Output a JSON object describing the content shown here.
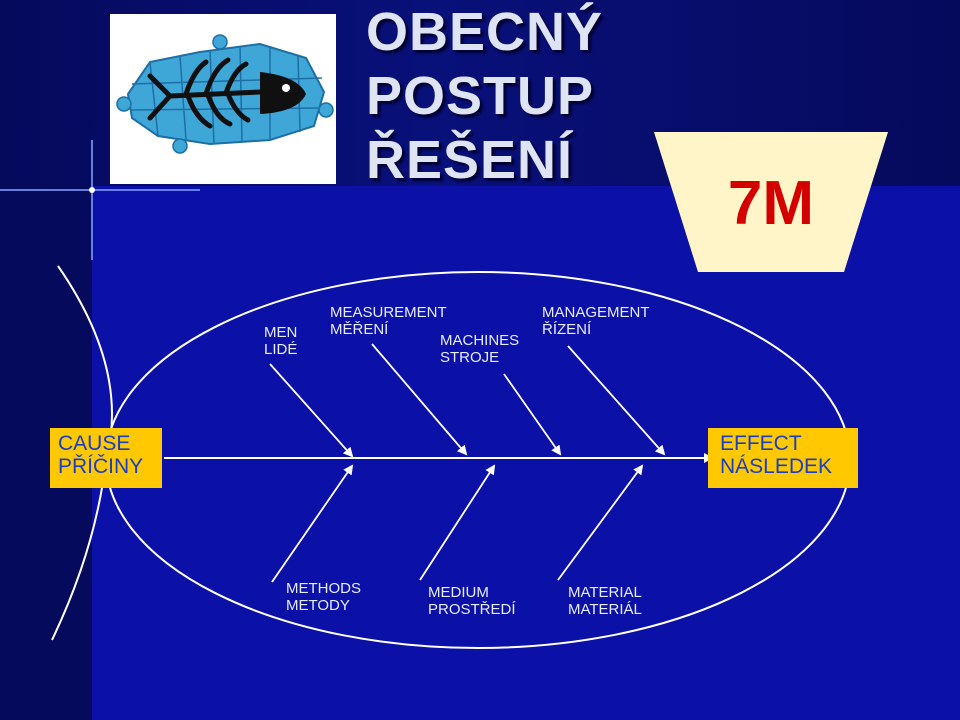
{
  "slide": {
    "title_lines": [
      "OBECNÝ",
      "POSTUP",
      "ŘEŠENÍ"
    ],
    "badge": "7M",
    "logo": {
      "name": "fishbone-puzzle-logo"
    }
  },
  "diagram": {
    "cause": {
      "line1": "CAUSE",
      "line2": "PŘÍČINY"
    },
    "effect": {
      "line1": "EFFECT",
      "line2": "NÁSLEDEK"
    },
    "top_categories": [
      {
        "en": "MEN",
        "cz": "LIDÉ"
      },
      {
        "en": "MEASUREMENT",
        "cz": "MĚŘENÍ"
      },
      {
        "en": "MACHINES",
        "cz": "STROJE"
      },
      {
        "en": "MANAGEMENT",
        "cz": "ŘÍZENÍ"
      }
    ],
    "bottom_categories": [
      {
        "en": "METHODS",
        "cz": "METODY"
      },
      {
        "en": "MEDIUM",
        "cz": "PROSTŘEDÍ"
      },
      {
        "en": "MATERIAL",
        "cz": "MATERIÁL"
      }
    ]
  },
  "colors": {
    "background": "#060a5c",
    "panel": "#0b10a6",
    "box_fill": "#ffc800",
    "box_text": "#1a3fc7",
    "badge_fill": "#fff5c8",
    "badge_text": "#d40000",
    "line": "#ffffff"
  }
}
